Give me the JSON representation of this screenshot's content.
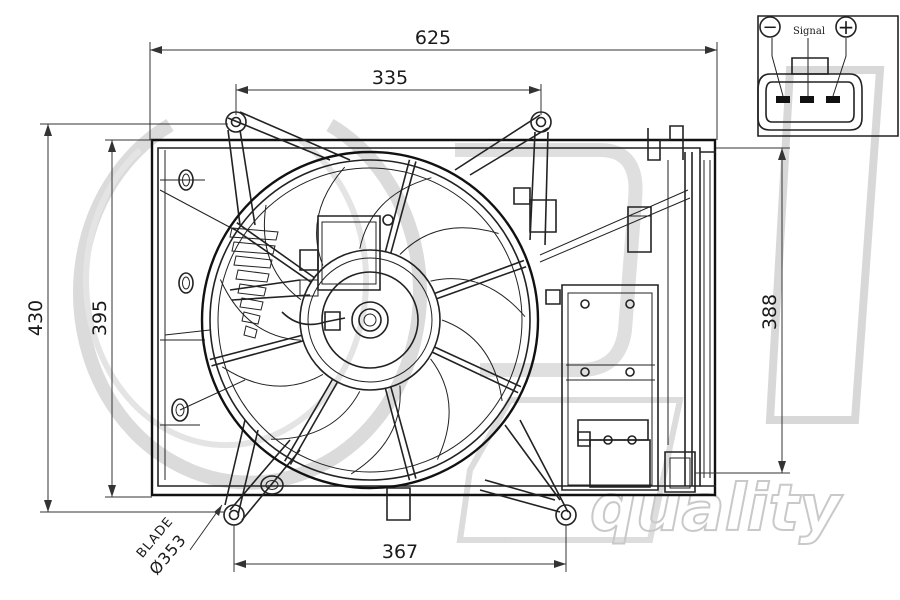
{
  "dimensions": {
    "overall_width": "625",
    "mount_width": "335",
    "bottom_width": "367",
    "overall_height": "430",
    "mount_height": "395",
    "right_height": "388",
    "blade_label": "BLADE",
    "blade_diameter": "Ø353"
  },
  "connector": {
    "signal_label": "Signal",
    "minus_symbol": "−",
    "plus_symbol": "+"
  },
  "watermark": {
    "text": "quality"
  }
}
